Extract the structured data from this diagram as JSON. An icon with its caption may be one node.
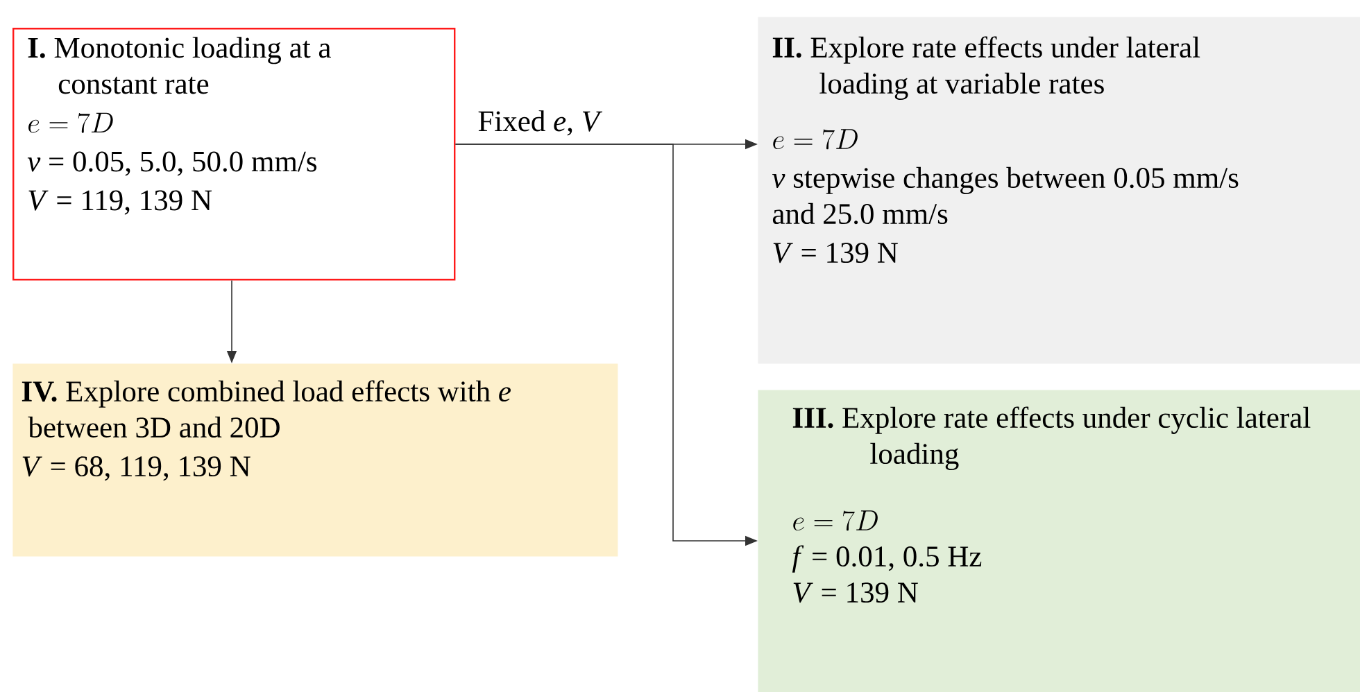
{
  "diagram": {
    "nodes": [
      {
        "text": [
          "**I.** Monotonic loading at a constant rate",
          "e = 7D",
          "*v* = 0.05, 5.0, 50.0 mm/s",
          "*V* = 119, 139 N"
        ]
      },
      {
        "text": [
          "**II.** Explore rate effects under lateral loading at variable rates",
          "e = 7D",
          "*v* stepwise changes between 0.05 mm/s and 25.0 mm/s",
          "*V* = 139 N"
        ]
      },
      {
        "text": [
          "**III.** Explore rate effects under cyclic lateral loading",
          "e = 7D",
          "*f* = 0.01, 0.5 Hz",
          "*V* = 139 N"
        ]
      },
      {
        "text": [
          "**IV.** Explore combined load effects with *e* between 3D and 20D",
          "*V* = 68, 119, 139 N"
        ]
      }
    ],
    "edges": [
      {
        "from": 0,
        "to": 1,
        "arrow": "to",
        "label": "Fixed *e*, *V*"
      },
      {
        "from": 0,
        "to": 2,
        "arrow": "to"
      },
      {
        "from": 0,
        "to": 3,
        "arrow": "to"
      }
    ]
  }
}
